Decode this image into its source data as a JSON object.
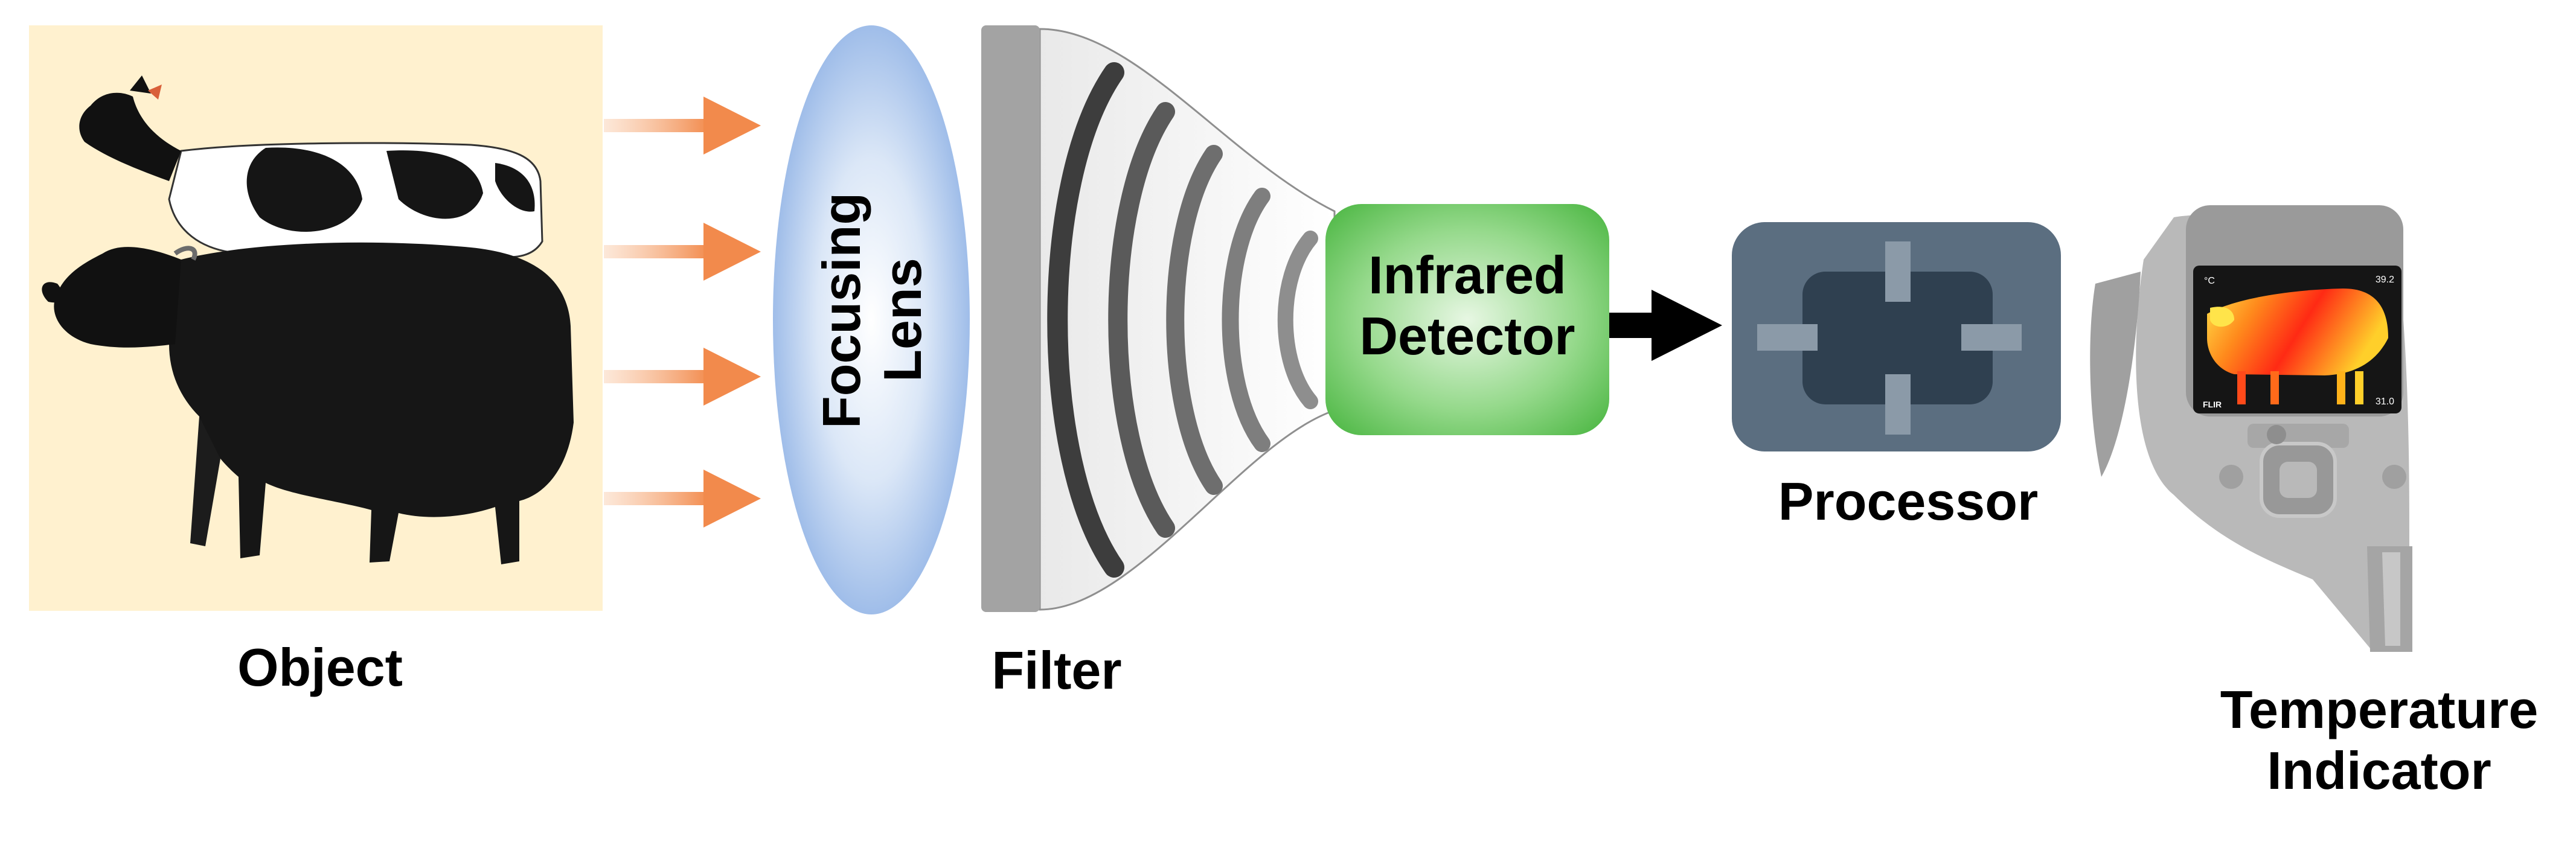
{
  "diagram": {
    "nodes": [
      {
        "id": "object",
        "label": "Object",
        "icon": "cattle-image"
      },
      {
        "id": "focusing-lens",
        "label_line1": "Focusing",
        "label_line2": "Lens"
      },
      {
        "id": "filter",
        "label": "Filter"
      },
      {
        "id": "infrared-detector",
        "label_line1": "Infrared",
        "label_line2": "Detector"
      },
      {
        "id": "processor",
        "label": "Processor",
        "icon": "processor-chip-icon"
      },
      {
        "id": "temperature-indicator",
        "label_line1": "Temperature",
        "label_line2": "Indicator",
        "icon": "thermal-camera-icon"
      }
    ],
    "screen_readouts": {
      "unit": "°C",
      "max": "39.2",
      "min": "31.0",
      "brand": "FLIR"
    }
  },
  "colors": {
    "object_bg": "#fff1cf",
    "ray": "#f5a46e",
    "lens": "#a9c6ec",
    "filter": "#a3a3a3",
    "detector": "#5cc257",
    "processor_outer": "#5b6e80",
    "processor_inner": "#2f4050",
    "camera_body": "#b9b9b9"
  }
}
